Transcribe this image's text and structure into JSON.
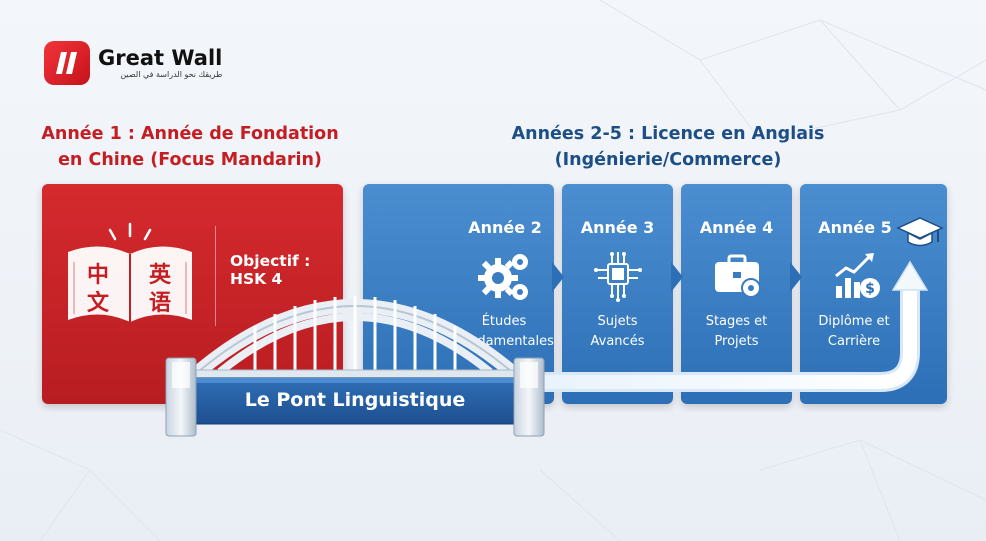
{
  "brand": {
    "name": "Great Wall",
    "tagline": "طريقك نحو الدراسة في الصين",
    "color": "#e0242b"
  },
  "headings": {
    "year1": [
      "Année 1 : Année de Fondation",
      "en Chine (Focus Mandarin)"
    ],
    "years_2_5": [
      "Années 2-5 : Licence en Anglais",
      "(Ingénierie/Commerce)"
    ]
  },
  "year1_panel": {
    "book_chars": [
      "中",
      "英",
      "文",
      "语"
    ],
    "objective": "Objectif : HSK 4",
    "color": "#c8232a"
  },
  "years": [
    {
      "title": "Année 2",
      "desc": [
        "Études",
        "Fondamentales"
      ],
      "icon": "gears-icon"
    },
    {
      "title": "Année 3",
      "desc": [
        "Sujets",
        "Avancés"
      ],
      "icon": "chip-icon"
    },
    {
      "title": "Année 4",
      "desc": [
        "Stages et",
        "Projets"
      ],
      "icon": "briefcase-icon"
    },
    {
      "title": "Année 5",
      "desc": [
        "Diplôme et",
        "Carrière"
      ],
      "icon": "growth-chart-icon"
    }
  ],
  "bridge": {
    "label": "Le Pont Linguistique"
  },
  "colors": {
    "red": "#c41d22",
    "blue": "#2d6fb6",
    "heading_blue": "#1d4f86"
  }
}
